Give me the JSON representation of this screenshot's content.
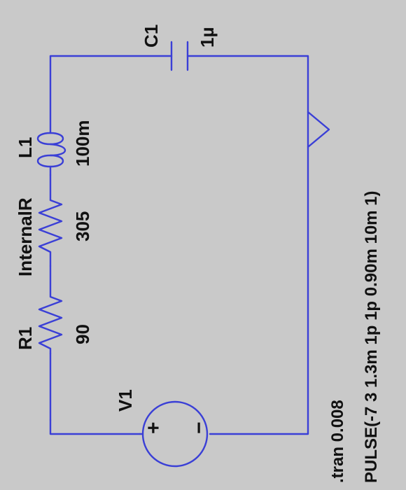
{
  "colors": {
    "background": "#c9c9c9",
    "wire": "#3a3fd6",
    "text": "#111111"
  },
  "components": {
    "r1": {
      "ref": "R1",
      "value": "90"
    },
    "internal_r": {
      "ref": "InternalR",
      "value": "305"
    },
    "l1": {
      "ref": "L1",
      "value": "100m"
    },
    "c1": {
      "ref": "C1",
      "value": "1µ"
    },
    "v1": {
      "ref": "V1",
      "plus": "+",
      "minus": "−"
    }
  },
  "directives": {
    "tran": ".tran 0.008",
    "source": "PULSE(-7 3 1.3m 1p 1p 0.90m 10m 1)"
  }
}
